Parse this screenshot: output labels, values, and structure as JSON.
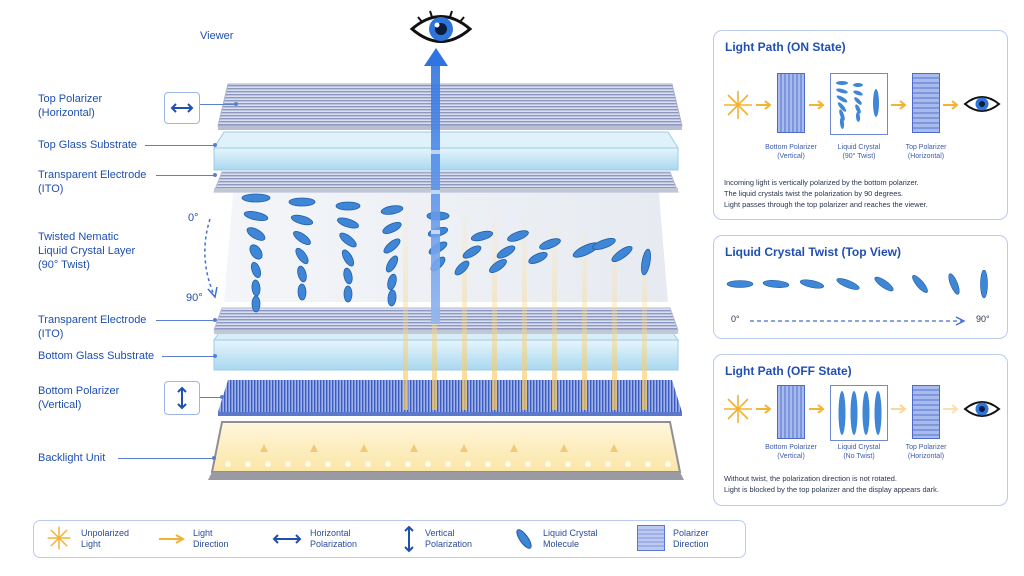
{
  "diagram": {
    "viewer": "Viewer",
    "labels": {
      "top_polarizer": [
        "Top Polarizer",
        "(Horizontal)"
      ],
      "top_glass": "Top Glass Substrate",
      "top_electrode": [
        "Transparent Electrode",
        "(ITO)"
      ],
      "lc_layer": [
        "Twisted Nematic",
        "Liquid Crystal Layer",
        "(90° Twist)"
      ],
      "bottom_electrode": [
        "Transparent Electrode",
        "(ITO)"
      ],
      "bottom_glass": "Bottom Glass Substrate",
      "bottom_polarizer": [
        "Bottom Polarizer",
        "(Vertical)"
      ],
      "backlight": "Backlight Unit"
    },
    "angle_start": "0°",
    "angle_end": "90°"
  },
  "panels": {
    "on_state": {
      "title": "Light Path (ON State)",
      "captions": [
        [
          "Bottom Polarizer",
          "(Vertical)"
        ],
        [
          "Liquid Crystal",
          "(90° Twist)"
        ],
        [
          "Top Polarizer",
          "(Horizontal)"
        ]
      ],
      "desc": [
        "Incoming light is vertically polarized by the bottom polarizer.",
        "The liquid crystals twist the polarization by 90 degrees.",
        "Light passes through the top polarizer and reaches the viewer."
      ]
    },
    "twist": {
      "title": "Liquid Crystal Twist (Top View)",
      "start": "0°",
      "end": "90°"
    },
    "off_state": {
      "title": "Light Path (OFF State)",
      "captions": [
        [
          "Bottom Polarizer",
          "(Vertical)"
        ],
        [
          "Liquid Crystal",
          "(No Twist)"
        ],
        [
          "Top Polarizer",
          "(Horizontal)"
        ]
      ],
      "desc": [
        "Without twist, the polarization direction is not rotated.",
        "Light is blocked by the top polarizer and the display appears dark."
      ]
    }
  },
  "legend": [
    [
      "Unpolarized",
      "Light"
    ],
    [
      "Light",
      "Direction"
    ],
    [
      "Horizontal",
      "Polarization"
    ],
    [
      "Vertical",
      "Polarization"
    ],
    [
      "Liquid Crystal",
      "Molecule"
    ],
    [
      "Polarizer",
      "Direction"
    ]
  ],
  "colors": {
    "accent": "#1f4fb0",
    "polarizer": "#7e97d8",
    "glass": "#bfe3f5",
    "light": "#f2b234",
    "molecule": "#3f87d6"
  }
}
